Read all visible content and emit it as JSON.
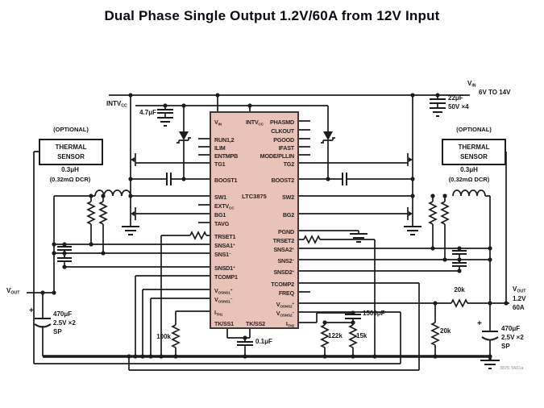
{
  "title": "Dual Phase Single Output 1.2V/60A from 12V Input",
  "note": "3875 TA01a",
  "ic": {
    "part": "LTC3875",
    "top_pin": [
      {
        "t": "INTV"
      },
      {
        "t": "CC",
        "y": "s"
      }
    ],
    "bottom_pin": [
      {
        "t": "TK/SS2"
      }
    ],
    "left_pins": [
      [
        {
          "t": "V"
        },
        {
          "t": "IN",
          "y": "s"
        }
      ],
      [
        {
          "t": "RUN1,2"
        }
      ],
      [
        {
          "t": "ILIM"
        }
      ],
      [
        {
          "t": "ENTMPB"
        }
      ],
      [
        {
          "t": "TG1"
        }
      ],
      [
        {
          "t": "BOOST1"
        }
      ],
      [
        {
          "t": "SW1"
        }
      ],
      [
        {
          "t": "EXTV"
        },
        {
          "t": "CC",
          "y": "s"
        }
      ],
      [
        {
          "t": "BG1"
        }
      ],
      [
        {
          "t": "TAVG"
        }
      ],
      [
        {
          "t": "TRSET1"
        }
      ],
      [
        {
          "t": "SNSA1"
        },
        {
          "t": "+",
          "y": "p"
        }
      ],
      [
        {
          "t": "SNS1"
        },
        {
          "t": "−",
          "y": "p"
        }
      ],
      [
        {
          "t": "SNSD1"
        },
        {
          "t": "+",
          "y": "p"
        }
      ],
      [
        {
          "t": "TCOMP1"
        }
      ],
      [
        {
          "t": "V"
        },
        {
          "t": "OSNS1",
          "y": "s"
        },
        {
          "t": "+",
          "y": "p"
        }
      ],
      [
        {
          "t": "V"
        },
        {
          "t": "OSNS1",
          "y": "s"
        },
        {
          "t": "−",
          "y": "p"
        }
      ],
      [
        {
          "t": "I"
        },
        {
          "t": "TH1",
          "y": "s"
        }
      ],
      [
        {
          "t": "TK/SS1"
        }
      ]
    ],
    "right_pins": [
      [
        {
          "t": "PHASMD"
        }
      ],
      [
        {
          "t": "CLKOUT"
        }
      ],
      [
        {
          "t": "PGOOD"
        }
      ],
      [
        {
          "t": "IFAST"
        }
      ],
      [
        {
          "t": "MODE/PLLIN"
        }
      ],
      [
        {
          "t": "TG2"
        }
      ],
      [
        {
          "t": "BOOST2"
        }
      ],
      [
        {
          "t": "SW2"
        }
      ],
      [
        {
          "t": "BG2"
        }
      ],
      [
        {
          "t": "PGND"
        }
      ],
      [
        {
          "t": "TRSET2"
        }
      ],
      [
        {
          "t": "SNSA2"
        },
        {
          "t": "+",
          "y": "p"
        }
      ],
      [
        {
          "t": "SNS2"
        },
        {
          "t": "−",
          "y": "p"
        }
      ],
      [
        {
          "t": "SNSD2"
        },
        {
          "t": "+",
          "y": "p"
        }
      ],
      [
        {
          "t": "TCOMP2"
        }
      ],
      [
        {
          "t": "FREQ"
        }
      ],
      [
        {
          "t": "V"
        },
        {
          "t": "OSNS2",
          "y": "s"
        },
        {
          "t": "+",
          "y": "p"
        }
      ],
      [
        {
          "t": "V"
        },
        {
          "t": "OSNS2",
          "y": "s"
        },
        {
          "t": "−",
          "y": "p"
        }
      ],
      [
        {
          "t": "I"
        },
        {
          "t": "TH2",
          "y": "s"
        }
      ]
    ]
  },
  "labels": {
    "intvcc": [
      {
        "t": "INTV"
      },
      {
        "t": "CC",
        "y": "s"
      }
    ],
    "cap_intvcc": "4.7μF",
    "vin": [
      {
        "t": "V"
      },
      {
        "t": "IN",
        "y": "s"
      }
    ],
    "vin_range": "6V TO 14V",
    "cap_vin": "22μF",
    "cap_vin2": "50V ×4",
    "optional": "(OPTIONAL)",
    "thermal_line1": "THERMAL",
    "thermal_line2": "SENSOR",
    "inductor": "0.3μH",
    "inductor_dcr": "(0.32mΩ DCR)",
    "vout": [
      {
        "t": "V"
      },
      {
        "t": "OUT",
        "y": "s"
      }
    ],
    "plus": "+",
    "cap_out1": "470μF",
    "cap_out2": "2.5V ×2",
    "cap_out3": "SP",
    "r_track": "100k",
    "c_ss": "0.1μF",
    "r_ith1": "122k",
    "r_ith2": "15k",
    "c_ith": "1500pF",
    "r_fb_top": "20k",
    "r_fb_bot": "20k",
    "vout_v": "1.2V",
    "vout_a": "60A"
  }
}
